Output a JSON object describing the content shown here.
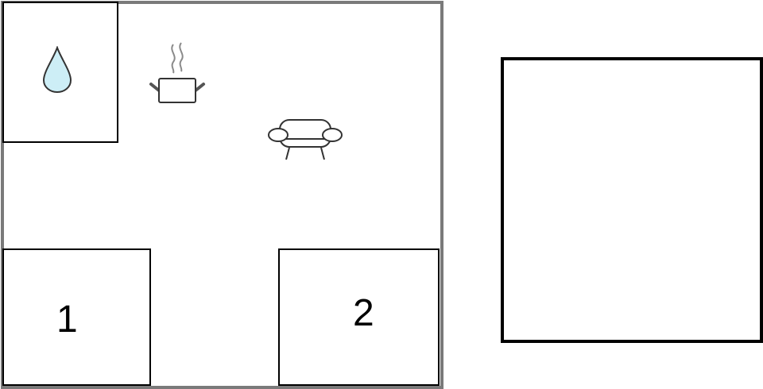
{
  "diagram": {
    "rooms": [
      {
        "id": "bathroom",
        "label": "",
        "icon": "water-drop-icon"
      },
      {
        "id": "room-1",
        "label": "1"
      },
      {
        "id": "room-2",
        "label": "2"
      },
      {
        "id": "separate-room",
        "label": ""
      }
    ],
    "icons": {
      "water": "water-drop-icon",
      "kitchen": "cooking-pot-icon",
      "living": "sofa-icon"
    },
    "colors": {
      "outer_wall": "#7a7a7a",
      "inner_wall": "#000000",
      "water_fill": "#cdeef6",
      "icon_stroke": "#333333",
      "steam": "#8a8a8a",
      "pot_handle": "#555555"
    }
  }
}
